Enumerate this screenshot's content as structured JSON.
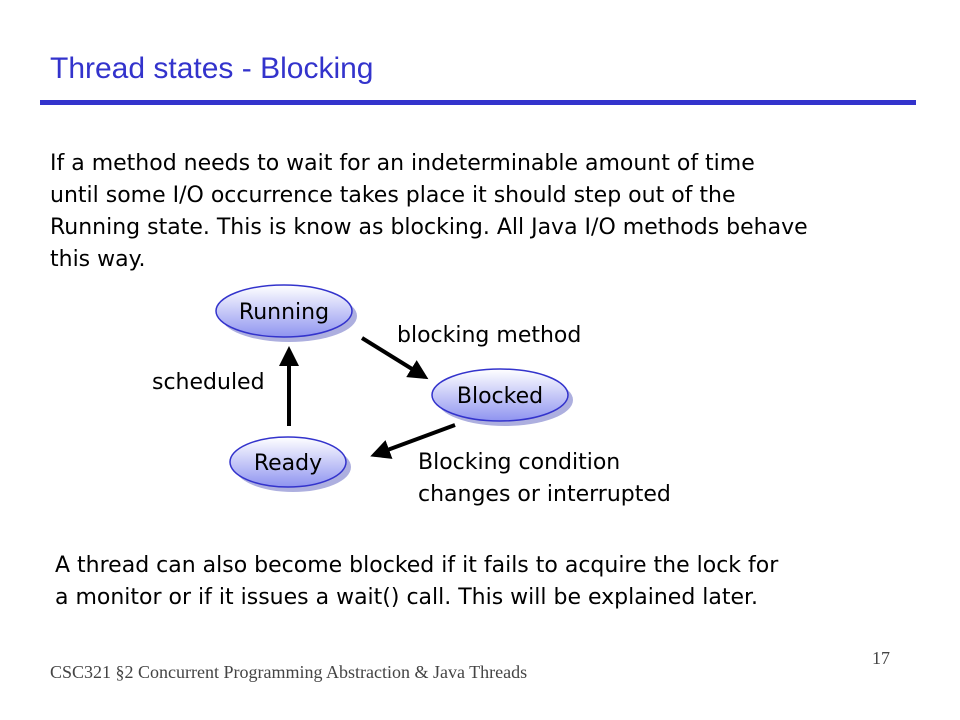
{
  "slide": {
    "title": "Thread states - Blocking",
    "paragraph1": [
      "If a method needs to wait for an indeterminable amount of time",
      "until some I/O occurrence takes place it should step out of the",
      "Running state. This is know as blocking. All Java I/O methods behave",
      "this way."
    ],
    "paragraph2": [
      "A thread can also become blocked if it fails to acquire the lock for",
      "a monitor or if it issues a wait() call. This will be explained later."
    ],
    "footer": "CSC321 §2 Concurrent Programming Abstraction & Java Threads",
    "page_number": "17"
  },
  "diagram": {
    "nodes": {
      "running": "Running",
      "blocked": "Blocked",
      "ready": "Ready"
    },
    "edges": {
      "running_to_blocked": "blocking method",
      "ready_to_running": "scheduled",
      "blocked_to_ready": [
        "Blocking condition",
        "changes or interrupted"
      ]
    },
    "colors": {
      "title": "#3333cc",
      "node_fill_top": "#ffffff",
      "node_fill_bottom": "#8f94f0",
      "node_outline": "#3333cc"
    }
  }
}
